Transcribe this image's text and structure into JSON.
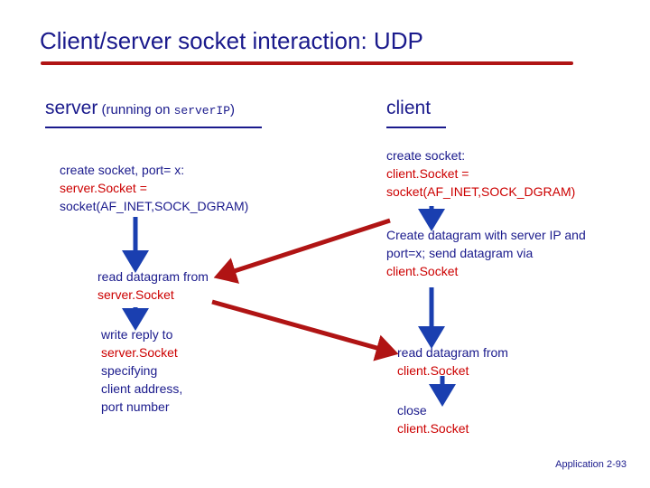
{
  "slide": {
    "title": "Client/server socket interaction: UDP",
    "footer": "Application  2-93",
    "colors": {
      "title_text": "#1a1a8c",
      "title_rule": "#b01414",
      "body_navy": "#1a1a8c",
      "body_red": "#cc0000",
      "blue_arrow": "#1a3fb0",
      "red_arrow": "#b01414"
    }
  },
  "columns": {
    "server": {
      "heading_main": "server",
      "heading_paren_open": " (running on ",
      "heading_mono": "server",
      "heading_mono2": "IP",
      "heading_paren_close": ")",
      "steps": [
        {
          "id": "srv-create",
          "lines": [
            {
              "text": "create socket, port= x:",
              "color": "navy"
            },
            {
              "text": "server.Socket =",
              "color": "red"
            },
            {
              "text": "socket(AF_INET,SOCK_DGRAM)",
              "color": "navy"
            }
          ]
        },
        {
          "id": "srv-read",
          "lines": [
            {
              "text": "read datagram from",
              "color": "navy"
            },
            {
              "text": "server.Socket",
              "color": "red"
            }
          ]
        },
        {
          "id": "srv-write",
          "lines": [
            {
              "text": "write reply to",
              "color": "navy"
            },
            {
              "text": "server.Socket",
              "color": "red"
            },
            {
              "text": "specifying",
              "color": "navy"
            },
            {
              "text": "client address,",
              "color": "navy"
            },
            {
              "text": "port number",
              "color": "navy"
            }
          ]
        }
      ]
    },
    "client": {
      "heading_main": "client",
      "steps": [
        {
          "id": "cli-create",
          "lines": [
            {
              "text": "create socket:",
              "color": "navy"
            },
            {
              "text": "client.Socket =",
              "color": "red"
            },
            {
              "text": "socket(AF_INET,SOCK_DGRAM)",
              "color": "red"
            }
          ]
        },
        {
          "id": "cli-send",
          "lines": [
            {
              "text": "Create datagram with server IP and",
              "color": "navy"
            },
            {
              "text": "port=x; send datagram via",
              "color": "navy"
            },
            {
              "text": "client.Socket",
              "color": "red"
            }
          ]
        },
        {
          "id": "cli-read",
          "lines": [
            {
              "text": "read datagram from",
              "color": "navy"
            },
            {
              "text": "client.Socket",
              "color": "red"
            }
          ]
        },
        {
          "id": "cli-close",
          "lines": [
            {
              "text": "close",
              "color": "navy"
            },
            {
              "text": "client.Socket",
              "color": "red"
            }
          ]
        }
      ]
    }
  },
  "arrows": [
    {
      "name": "server-create-to-read",
      "color": "#1a3fb0"
    },
    {
      "name": "server-read-to-write",
      "color": "#1a3fb0"
    },
    {
      "name": "client-create-to-send",
      "color": "#1a3fb0"
    },
    {
      "name": "client-send-to-read",
      "color": "#1a3fb0"
    },
    {
      "name": "client-read-to-close",
      "color": "#1a3fb0"
    },
    {
      "name": "client-send-to-server-read",
      "color": "#b01414"
    },
    {
      "name": "server-write-to-client-read",
      "color": "#b01414"
    }
  ]
}
